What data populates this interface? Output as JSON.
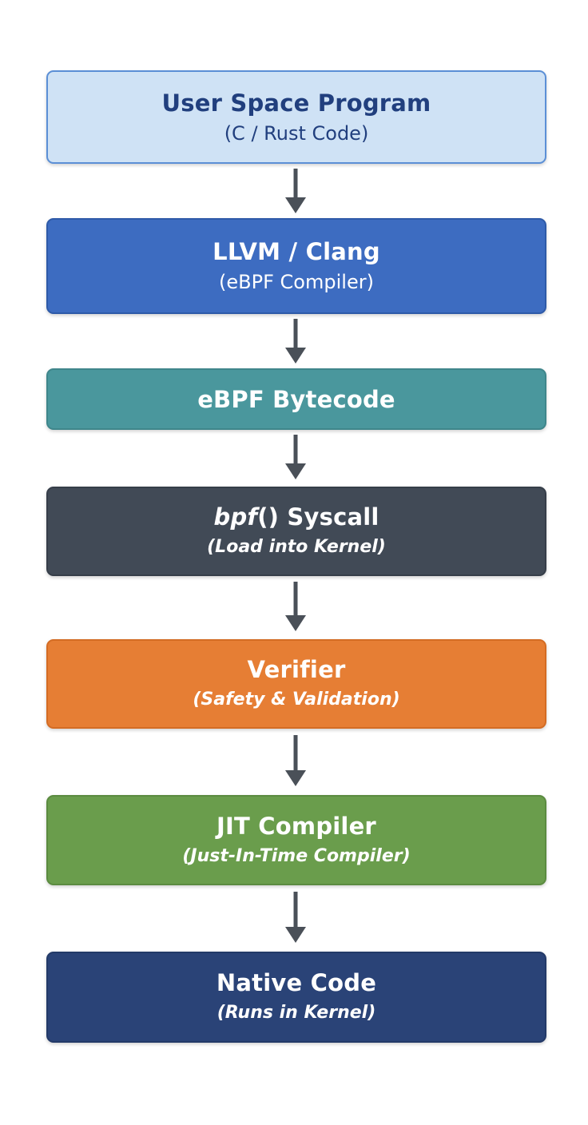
{
  "steps": [
    {
      "title": "User Space Program",
      "subtitle": "(C / Rust Code)",
      "bg": "#cfe2f5",
      "border": "#5b8fd6",
      "text": "#213f7e"
    },
    {
      "title": "LLVM / Clang",
      "subtitle": "(eBPF Compiler)",
      "bg": "#3d6cc1",
      "border": "#2e5aa8",
      "text": "#ffffff"
    },
    {
      "title": "eBPF Bytecode",
      "subtitle": "",
      "bg": "#4a979d",
      "border": "#3f868b",
      "text": "#ffffff"
    },
    {
      "title_fn": "bpf",
      "title_rest": "() Syscall",
      "subtitle": "(Load into Kernel)",
      "bg": "#414a56",
      "border": "#363e49",
      "text": "#ffffff"
    },
    {
      "title": "Verifier",
      "subtitle": "(Safety & Validation)",
      "bg": "#e67e34",
      "border": "#d46c24",
      "text": "#ffffff"
    },
    {
      "title": "JIT Compiler",
      "subtitle": "(Just-In-Time Compiler)",
      "bg": "#6a9d4c",
      "border": "#5b8b40",
      "text": "#ffffff"
    },
    {
      "title": "Native Code",
      "subtitle": "(Runs in Kernel)",
      "bg": "#2a4377",
      "border": "#233a68",
      "text": "#ffffff"
    }
  ],
  "arrow_color": "#4a5058"
}
